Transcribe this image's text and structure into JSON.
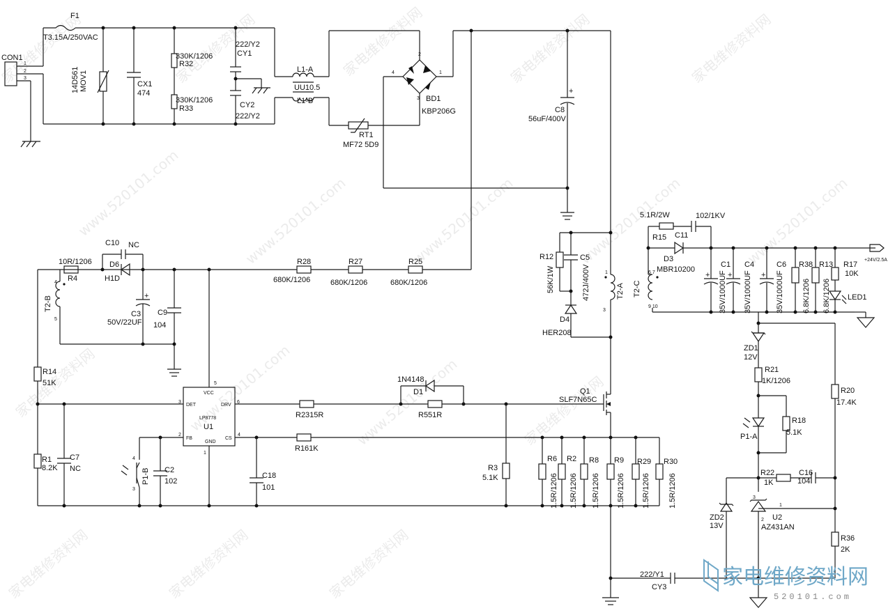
{
  "connector": {
    "label": "CON1",
    "pins": [
      "1",
      "2",
      "3"
    ]
  },
  "watermark": {
    "cn": "家电维修资料网",
    "url": "www.520101.com"
  },
  "logo": {
    "cn": "家电维修资料网",
    "url": "520101.com"
  },
  "components": {
    "f1": {
      "ref": "F1",
      "value": "T3.15A/250VAC"
    },
    "mov1": {
      "ref": "MOV1",
      "value": "14D561"
    },
    "cx1": {
      "ref": "CX1",
      "value": "474"
    },
    "r32": {
      "ref": "R32",
      "value": "330K/1206"
    },
    "r33": {
      "ref": "R33",
      "value": "330K/1206"
    },
    "cy1": {
      "ref": "CY1",
      "value": "222/Y2"
    },
    "cy2": {
      "ref": "CY2",
      "value": "222/Y2"
    },
    "l1a": {
      "ref": "L1-A"
    },
    "l1b": {
      "ref": "L1-B"
    },
    "l1": {
      "value": "UU10.5"
    },
    "rt1": {
      "ref": "RT1",
      "value": "MF72 5D9"
    },
    "bd1": {
      "ref": "BD1",
      "value": "KBP206G",
      "pins": [
        "1",
        "2",
        "3",
        "4"
      ]
    },
    "c8": {
      "ref": "C8",
      "value": "56uF/400V"
    },
    "r15": {
      "ref": "R15",
      "value": "5.1R/2W"
    },
    "c11": {
      "ref": "C11",
      "value": "102/1KV"
    },
    "d3": {
      "ref": "D3",
      "value": "MBR10200"
    },
    "c1": {
      "ref": "C1",
      "value": "35V/1000UF"
    },
    "c4": {
      "ref": "C4",
      "value": "35V/1000UF"
    },
    "c6": {
      "ref": "C6",
      "value": "35V/1000UF"
    },
    "r38": {
      "ref": "R38",
      "value": "6.8K/1206"
    },
    "r13": {
      "ref": "R13",
      "value": "6.8K/1206"
    },
    "r17": {
      "ref": "R17",
      "value": "10K"
    },
    "led1": {
      "ref": "LED1"
    },
    "out": {
      "value": "+24V/2.5A"
    },
    "r12": {
      "ref": "R12",
      "value": "56K/1W"
    },
    "c5": {
      "ref": "C5",
      "value": "472J/400V"
    },
    "d4": {
      "ref": "D4",
      "value": "HER208"
    },
    "t2a": {
      "ref": "T2-A",
      "pins": [
        "1",
        "3"
      ]
    },
    "t2c": {
      "ref": "T2-C",
      "pins": [
        "6 7",
        "9 10"
      ]
    },
    "t2b": {
      "ref": "T2-B",
      "pins": [
        "4",
        "5"
      ]
    },
    "c10": {
      "ref": "C10",
      "value": "NC"
    },
    "r4": {
      "ref": "R4",
      "value": "10R/1206"
    },
    "d6": {
      "ref": "D6",
      "value": "H1D"
    },
    "c3": {
      "ref": "C3",
      "value": "50V/22UF"
    },
    "c9": {
      "ref": "C9",
      "value": "104"
    },
    "r28": {
      "ref": "R28",
      "value": "680K/1206"
    },
    "r27": {
      "ref": "R27",
      "value": "680K/1206"
    },
    "r25": {
      "ref": "R25",
      "value": "680K/1206"
    },
    "r14": {
      "ref": "R14",
      "value": "51K"
    },
    "u1": {
      "ref": "U1",
      "part": "LP8778",
      "pins": {
        "vcc": "VCC",
        "det": "DET",
        "drv": "DRV",
        "fb": "FB",
        "gnd": "GND",
        "cs": "CS"
      },
      "pin_numbers": [
        "5",
        "3",
        "6",
        "2",
        "4",
        "1"
      ]
    },
    "r23": {
      "label": "R2315R"
    },
    "r5": {
      "label": "R551R"
    },
    "d1": {
      "ref": "D1",
      "value": "1N4148"
    },
    "q1": {
      "ref": "Q1",
      "value": "SLF7N65C"
    },
    "r16": {
      "label": "R161K"
    },
    "r1": {
      "ref": "R1",
      "value": "8.2K"
    },
    "c7": {
      "ref": "C7",
      "value": "NC"
    },
    "p1b": {
      "ref": "P1-B",
      "pins": [
        "4",
        "3"
      ]
    },
    "c2": {
      "ref": "C2",
      "value": "102"
    },
    "c18": {
      "ref": "C18",
      "value": "101"
    },
    "r3": {
      "ref": "R3",
      "value": "5.1K"
    },
    "r6": {
      "ref": "R6",
      "value": "1.5R/1206"
    },
    "r2": {
      "ref": "R2",
      "value": "1.5R/1206"
    },
    "r8": {
      "ref": "R8",
      "value": "1.5R/1206"
    },
    "r9": {
      "ref": "R9",
      "value": "1.5R/1206"
    },
    "r29": {
      "ref": "R29",
      "value": "1.5R/1206"
    },
    "r30": {
      "ref": "R30",
      "value": "1.5R/1206"
    },
    "zd1": {
      "ref": "ZD1",
      "value": "12V"
    },
    "r21": {
      "ref": "R21",
      "value": "1K/1206"
    },
    "p1a": {
      "ref": "P1-A"
    },
    "r18": {
      "ref": "R18",
      "value": "5.1K"
    },
    "r20": {
      "ref": "R20",
      "value": "17.4K"
    },
    "r22": {
      "ref": "R22",
      "value": "1K"
    },
    "c16": {
      "ref": "C16",
      "value": "104"
    },
    "zd2": {
      "ref": "ZD2",
      "value": "13V"
    },
    "u2": {
      "ref": "U2",
      "value": "AZ431AN",
      "pins": [
        "3",
        "1",
        "2"
      ]
    },
    "r36": {
      "ref": "R36",
      "value": "2K"
    },
    "cy3": {
      "ref": "CY3",
      "value": "222/Y1"
    }
  }
}
